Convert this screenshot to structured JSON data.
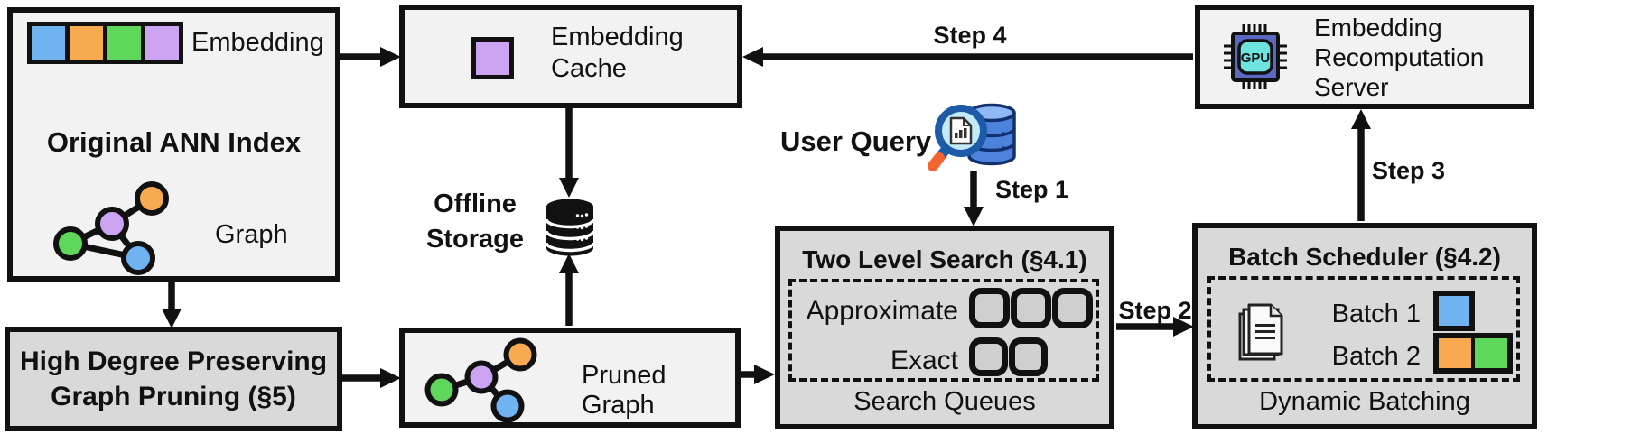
{
  "figure": {
    "boxes": {
      "original_ann_index": {
        "title": "Original ANN Index",
        "embedding_label": "Embedding",
        "graph_label": "Graph"
      },
      "high_degree_pruning": {
        "line1": "High Degree Preserving",
        "line2": "Graph Pruning (§5)"
      },
      "embedding_cache": {
        "line1": "Embedding",
        "line2": "Cache"
      },
      "offline_storage": {
        "line1": "Offline",
        "line2": "Storage"
      },
      "pruned_graph": {
        "label": "Pruned Graph"
      },
      "two_level_search": {
        "title": "Two Level Search (§4.1)",
        "approximate_label": "Approximate",
        "exact_label": "Exact",
        "caption": "Search Queues"
      },
      "batch_scheduler": {
        "title": "Batch Scheduler (§4.2)",
        "batch1_label": "Batch 1",
        "batch2_label": "Batch 2",
        "caption": "Dynamic Batching"
      },
      "recomputation_server": {
        "line1": "Embedding",
        "line2": "Recomputation",
        "line3": "Server"
      }
    },
    "user_query_label": "User Query",
    "steps": {
      "step1": "Step 1",
      "step2": "Step 2",
      "step3": "Step 3",
      "step4": "Step 4"
    },
    "gpu_chip_label": "GPU",
    "colors": {
      "node_blue": "#70B3F1",
      "node_orange": "#F7AA50",
      "node_green": "#5FD75A",
      "node_purple": "#CDA4F2",
      "light_box_fill": "#F2F2F2",
      "gray_box_fill": "#D9D9D9",
      "line_black": "#111111"
    }
  }
}
